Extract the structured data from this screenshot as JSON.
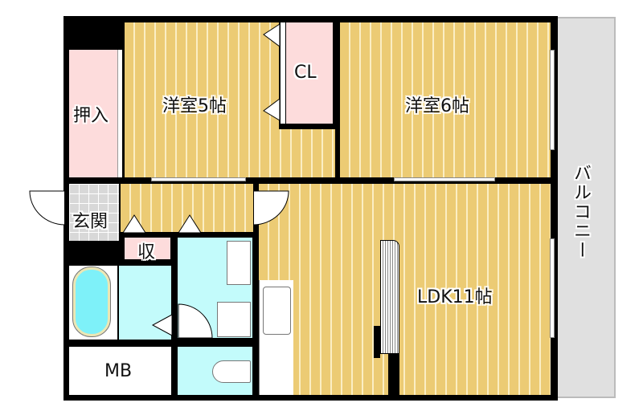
{
  "floor_plan": {
    "rooms": [
      {
        "id": "western-room-5",
        "label": "洋室5帖",
        "type": "bedroom",
        "size_jo": 5
      },
      {
        "id": "western-room-6",
        "label": "洋室6帖",
        "type": "bedroom",
        "size_jo": 6
      },
      {
        "id": "ldk",
        "label": "LDK11帖",
        "type": "living-dining-kitchen",
        "size_jo": 11
      },
      {
        "id": "closet",
        "label": "CL",
        "type": "closet"
      },
      {
        "id": "oshiire",
        "label": "押入",
        "type": "storage"
      },
      {
        "id": "entrance",
        "label": "玄関",
        "type": "entrance"
      },
      {
        "id": "storage",
        "label": "収",
        "type": "storage"
      },
      {
        "id": "meter-box",
        "label": "MB",
        "type": "meter-box"
      },
      {
        "id": "balcony",
        "label": "バルコニー",
        "type": "balcony"
      }
    ],
    "colors": {
      "wood_floor": "#eccb74",
      "wood_stripe": "#fbeec4",
      "wall": "#000000",
      "storage": "#fddcdc",
      "wet_area": "#c3fbfb",
      "balcony": "#e0e0e0",
      "entrance_tile": "#d8d8d8"
    }
  }
}
